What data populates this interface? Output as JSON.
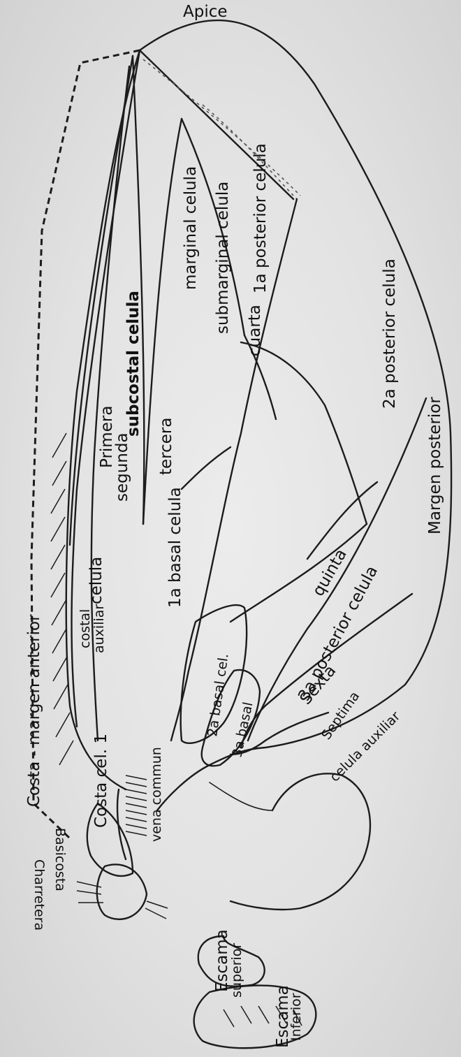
{
  "labels": {
    "apice": "Apice",
    "costa_margen_anterior": "Costa - margen anterior",
    "marginal_celula": "marginal celula",
    "submarginal_celula": "submarginal celula",
    "posterior_1": "1a posterior celula",
    "posterior_2": "2a posterior celula",
    "margen_posterior": "Margen posterior",
    "cuarta": "cuarta",
    "subcostal_celula": "subcostal celula",
    "primera": "Primera",
    "segunda": "segunda",
    "tercera": "tercera",
    "basal_1": "1a basal celula",
    "quinta": "quinta",
    "posterior_3": "3a posterior celula",
    "costal_celula": "celula",
    "costal": "costal",
    "auxiliar": "auxiliar",
    "basal_2": "2a basal cel.",
    "basal_3": "3a basal",
    "sexta": "Sexta",
    "septima": "Septima",
    "celula_auxiliar": "celula auxiliar",
    "costa_cel_1": "Costa cel. 1",
    "vena_commun": "vena commun",
    "basicosta": "Basicosta",
    "charretera": "Charretera",
    "escama_superior_1": "Escama",
    "escama_superior_2": "superior",
    "escama_inferior_1": "Escama",
    "escama_inferior_2": "Inferior"
  }
}
